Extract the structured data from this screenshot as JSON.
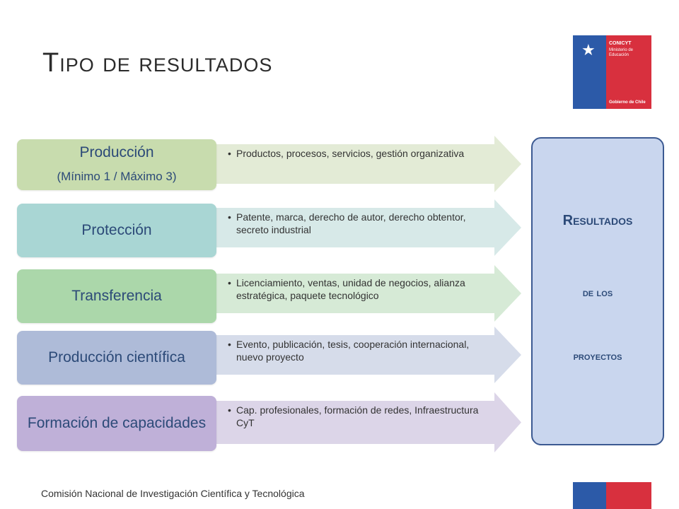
{
  "title": "Tipo de resultados",
  "logo": {
    "name": "CONICYT",
    "ministry": "Ministerio de\nEducación",
    "government": "Gobierno de Chile"
  },
  "rows": [
    {
      "label": "Producción",
      "sub": "(Mínimo 1 / Máximo 3)",
      "desc": "Productos, procesos, servicios, gestión organizativa",
      "label_color": "#c8dcae",
      "arrow_color": "#e3ebd6"
    },
    {
      "label": "Protección",
      "sub": "",
      "desc": "Patente, marca, derecho de autor, derecho obtentor, secreto industrial",
      "label_color": "#a9d6d4",
      "arrow_color": "#d7e9e8"
    },
    {
      "label": "Transferencia",
      "sub": "",
      "desc": "Licenciamiento, ventas, unidad de negocios, alianza estratégica, paquete tecnológico",
      "label_color": "#abd7aa",
      "arrow_color": "#d6ead6"
    },
    {
      "label": "Producción científica",
      "sub": "",
      "desc": "Evento, publicación, tesis, cooperación internacional, nuevo proyecto",
      "label_color": "#aebbd8",
      "arrow_color": "#d6dcea"
    },
    {
      "label": "Formación de capacidades",
      "sub": "",
      "desc": "Cap. profesionales, formación de redes, Infraestructura CyT",
      "label_color": "#bfb0d8",
      "arrow_color": "#dcd5e8"
    }
  ],
  "results": {
    "line1": "Resultados",
    "line2": "de los",
    "line3": "proyectos"
  },
  "footer": "Comisión Nacional de Investigación Científica y Tecnológica",
  "colors": {
    "blue": "#2c5aa8",
    "red": "#d8303e",
    "results_fill": "#c9d6ee",
    "results_border": "#3c5a92"
  }
}
